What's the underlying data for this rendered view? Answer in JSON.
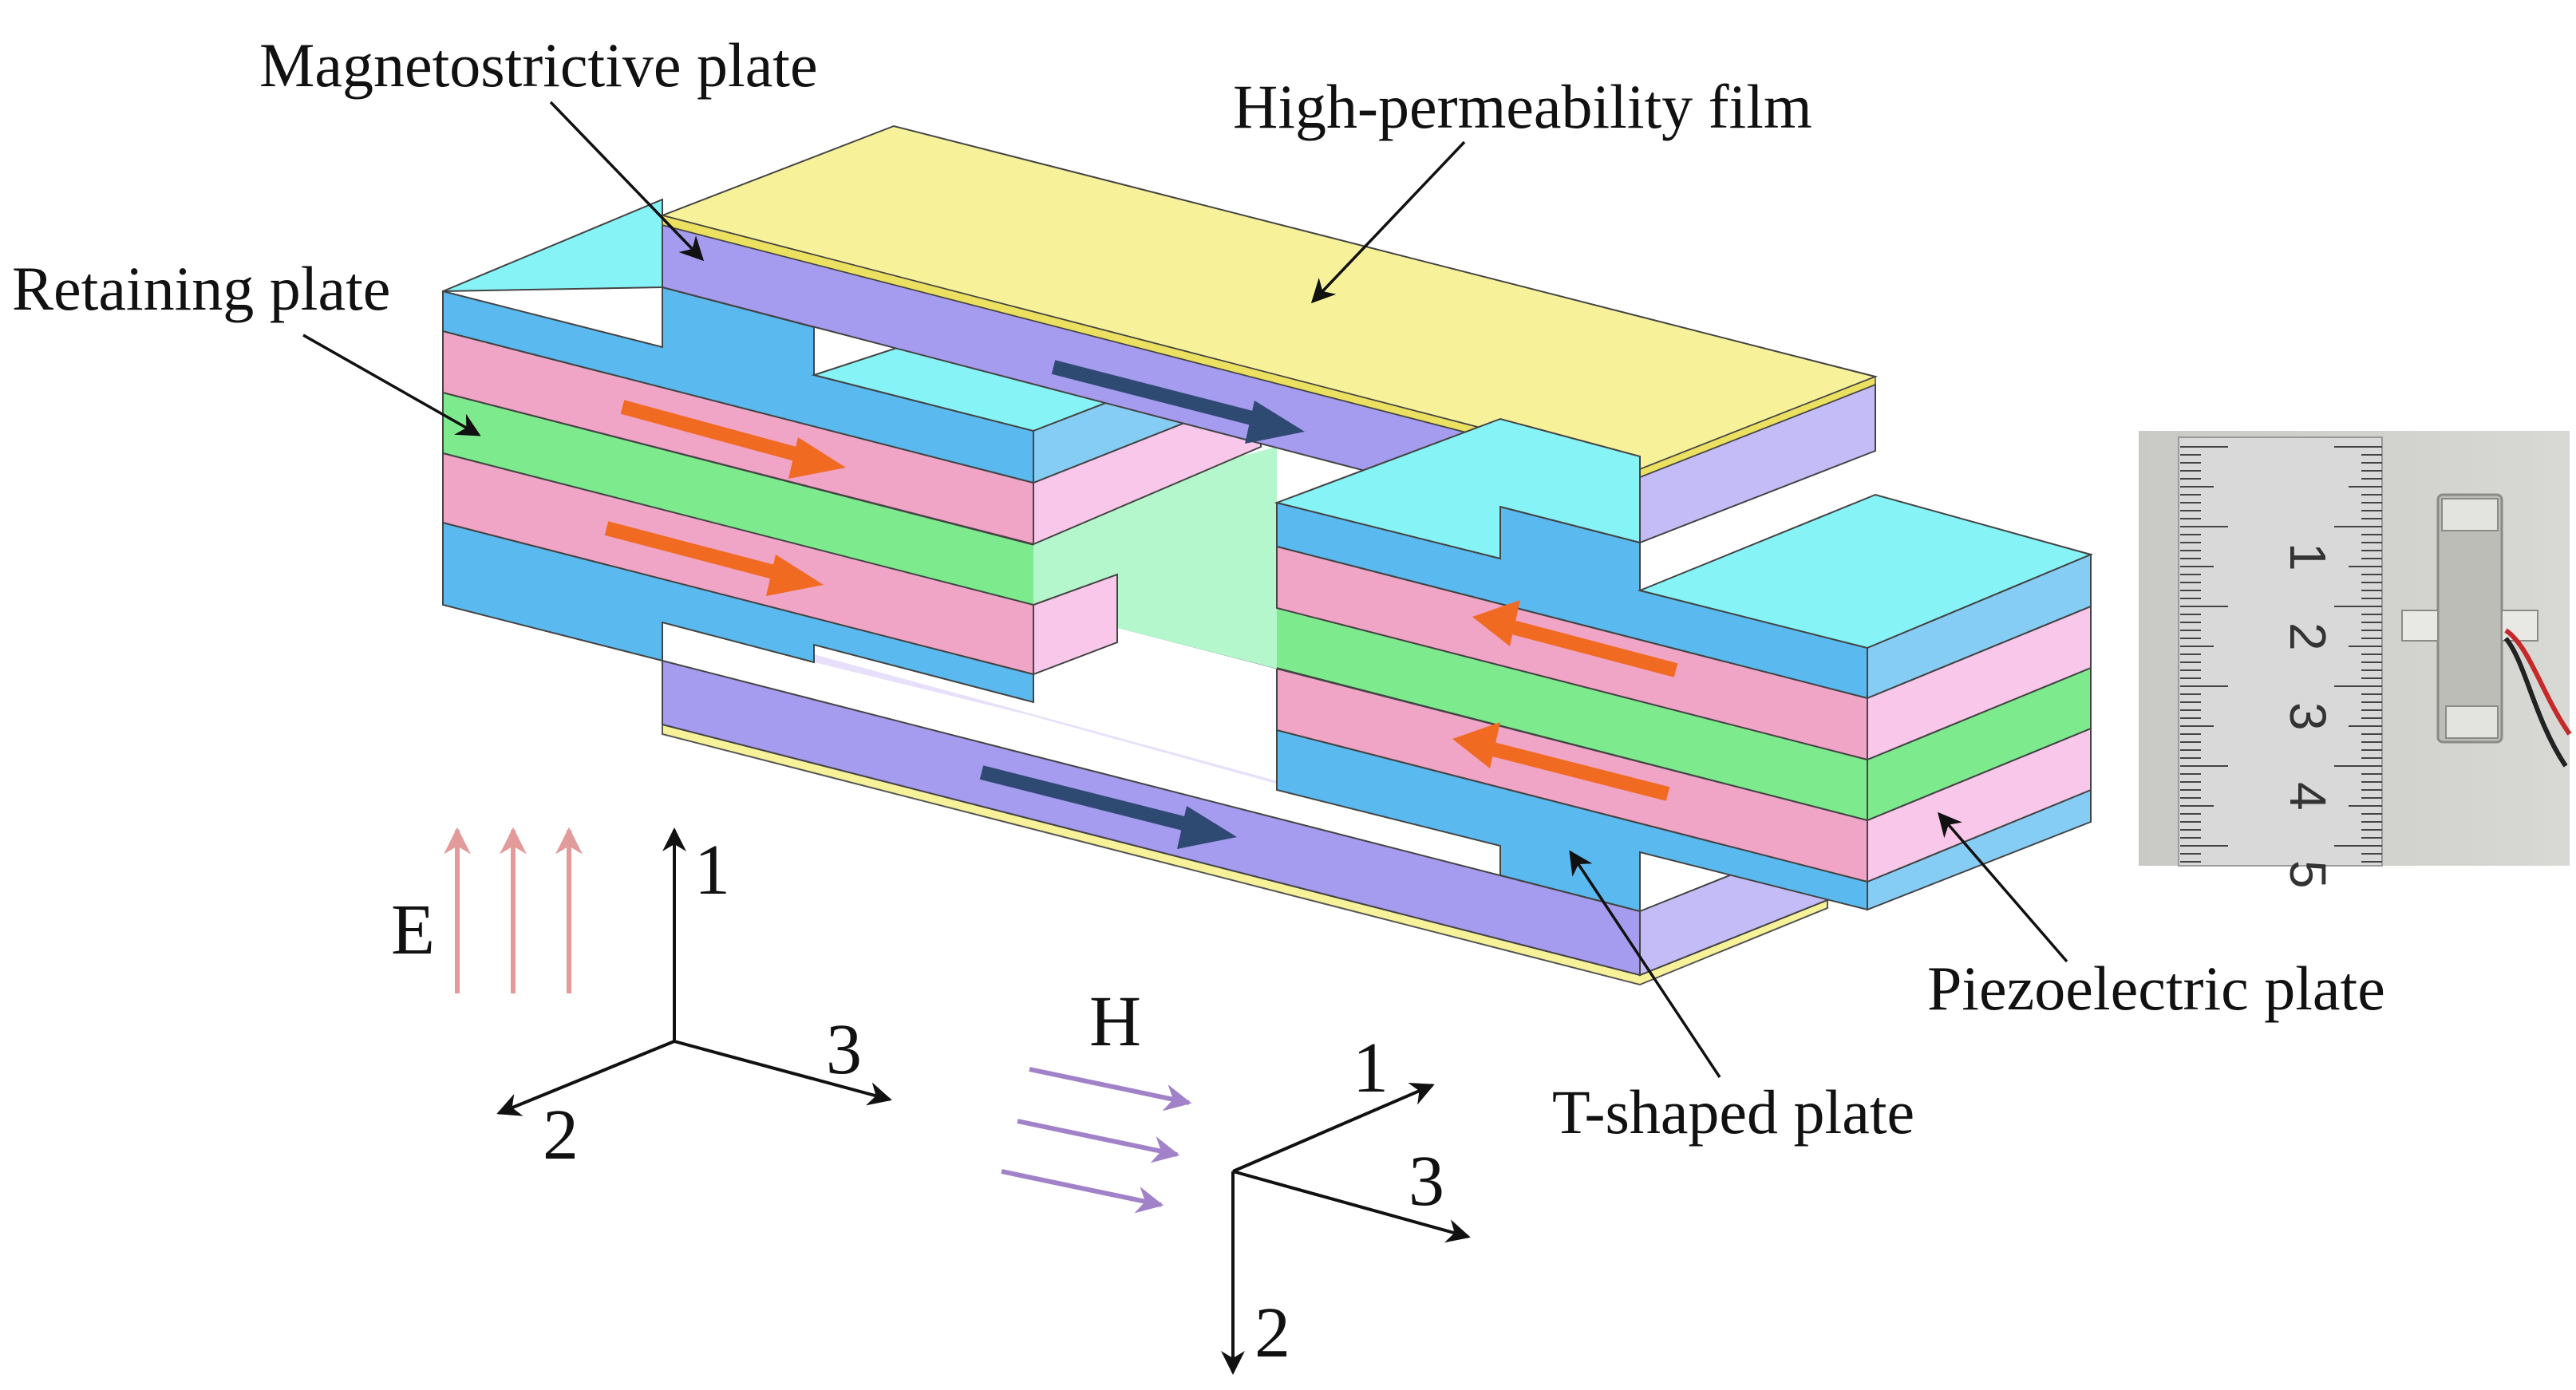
{
  "labels": {
    "magnetostrictive_plate": "Magnetostrictive plate",
    "high_permeability_film": "High-permeability film",
    "retaining_plate": "Retaining plate",
    "piezoelectric_plate": "Piezoelectric plate",
    "t_shaped_plate": "T-shaped plate"
  },
  "axes_e": {
    "field": "E",
    "axis_1": "1",
    "axis_2": "2",
    "axis_3": "3"
  },
  "axes_h": {
    "field": "H",
    "axis_1": "1",
    "axis_2": "2",
    "axis_3": "3"
  },
  "photo": {
    "ruler_numbers": [
      "1",
      "2",
      "3",
      "4",
      "5"
    ]
  },
  "colors": {
    "high_permeability_film": "#f7f29a",
    "magnetostrictive_plate": "#a59bef",
    "t_shaped_plate": "#5ab9ef",
    "piezoelectric_plate": "#f0a4c6",
    "retaining_plate": "#7eea8e",
    "cyan_top": "#86f3f7",
    "polarization_arrow": "#f06a22",
    "magnetization_arrow": "#2f4a72",
    "e_field_arrow": "#e39a9a",
    "h_field_arrow": "#a182c8"
  }
}
